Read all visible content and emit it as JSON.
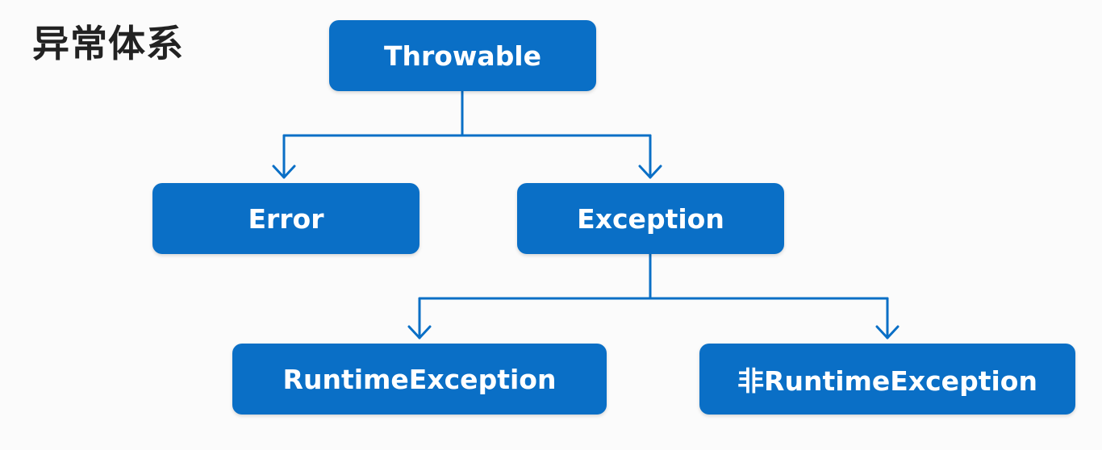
{
  "title": "异常体系",
  "colors": {
    "node_fill": "#0a6fc6",
    "node_text": "#ffffff",
    "connector": "#0a6fc6",
    "title_text": "#222222"
  },
  "nodes": {
    "throwable": "Throwable",
    "error": "Error",
    "exception": "Exception",
    "runtime_exception": "RuntimeException",
    "non_runtime_exception": "非RuntimeException"
  },
  "edges": [
    {
      "from": "throwable",
      "to": "error"
    },
    {
      "from": "throwable",
      "to": "exception"
    },
    {
      "from": "exception",
      "to": "runtime_exception"
    },
    {
      "from": "exception",
      "to": "non_runtime_exception"
    }
  ]
}
